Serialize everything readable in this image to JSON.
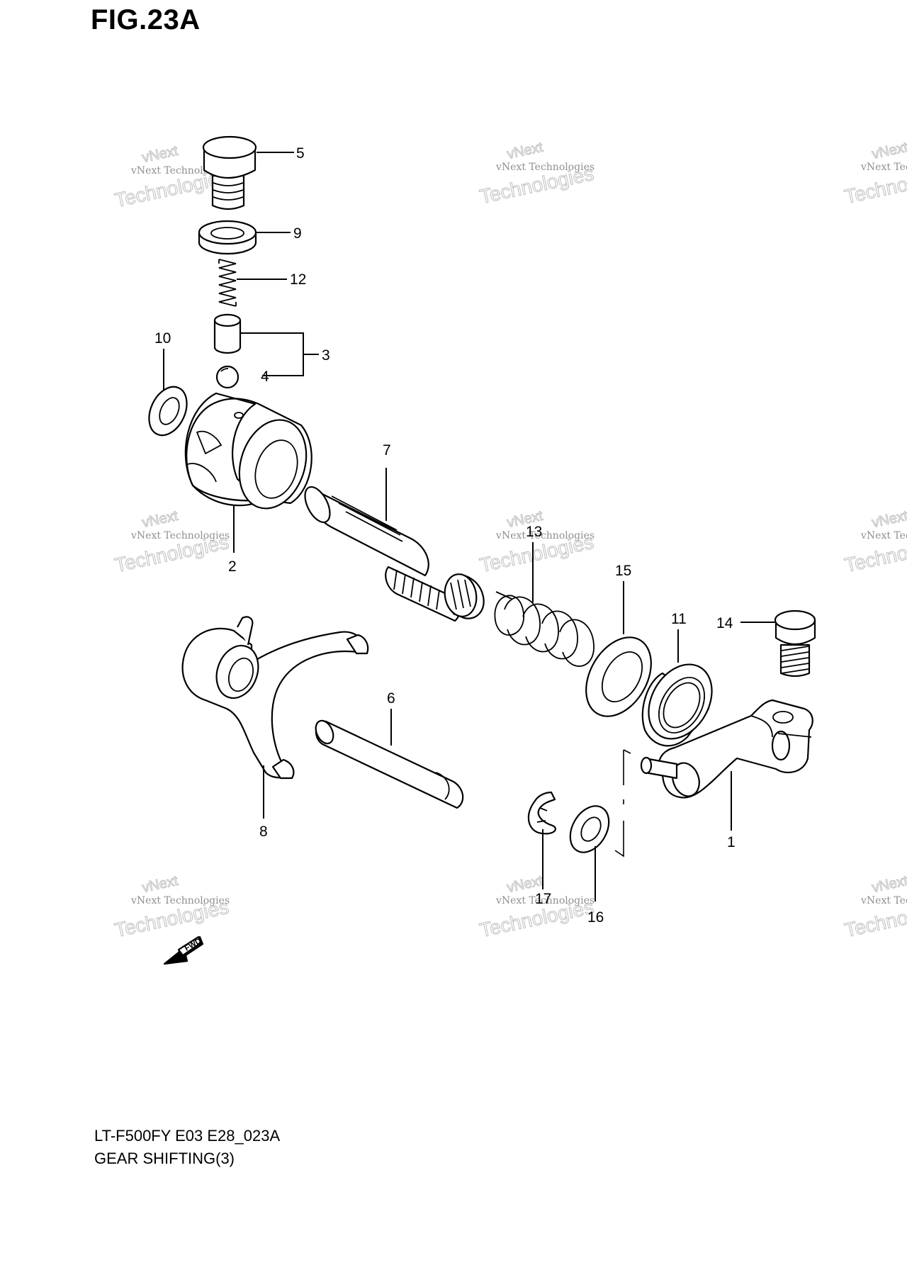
{
  "figure": {
    "title": "FIG.23A",
    "model_code": "LT-F500FY E03 E28_023A",
    "section_name": "GEAR SHIFTING(3)",
    "fwd_label": "FWD"
  },
  "watermark": {
    "line1": "vNext Technologies",
    "line2": "vNext",
    "line3": "Technologies"
  },
  "parts": [
    {
      "id": "part-1",
      "number": "1"
    },
    {
      "id": "part-2",
      "number": "2"
    },
    {
      "id": "part-3",
      "number": "3"
    },
    {
      "id": "part-4",
      "number": "4"
    },
    {
      "id": "part-5",
      "number": "5"
    },
    {
      "id": "part-6",
      "number": "6"
    },
    {
      "id": "part-7",
      "number": "7"
    },
    {
      "id": "part-8",
      "number": "8"
    },
    {
      "id": "part-9",
      "number": "9"
    },
    {
      "id": "part-10",
      "number": "10"
    },
    {
      "id": "part-11",
      "number": "11"
    },
    {
      "id": "part-12",
      "number": "12"
    },
    {
      "id": "part-13",
      "number": "13"
    },
    {
      "id": "part-14",
      "number": "14"
    },
    {
      "id": "part-15",
      "number": "15"
    },
    {
      "id": "part-16",
      "number": "16"
    },
    {
      "id": "part-17",
      "number": "17"
    }
  ]
}
